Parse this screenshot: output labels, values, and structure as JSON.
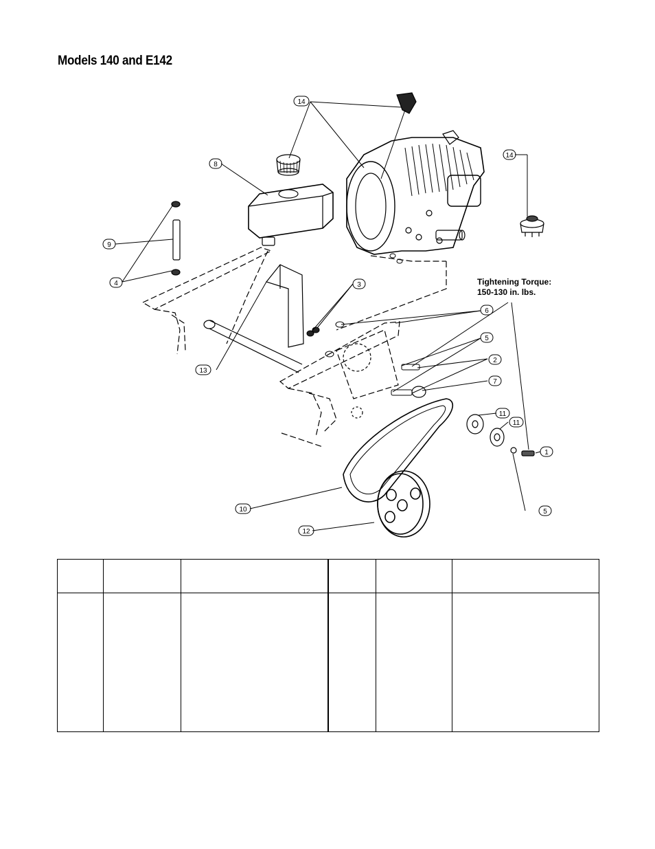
{
  "page": {
    "title": "Models 140 and E142"
  },
  "diagram": {
    "torque_note": {
      "line1": "Tightening Torque:",
      "line2": "150-130 in. lbs."
    },
    "callouts": {
      "c1": "1",
      "c2": "2",
      "c3": "3",
      "c4": "4",
      "c5a": "5",
      "c5b": "5",
      "c6": "6",
      "c7": "7",
      "c8": "8",
      "c9": "9",
      "c10": "10",
      "c11a": "11",
      "c11b": "11",
      "c12": "12",
      "c13": "13",
      "c14a": "14",
      "c14b": "14"
    }
  },
  "parts_table": {
    "rows": []
  }
}
